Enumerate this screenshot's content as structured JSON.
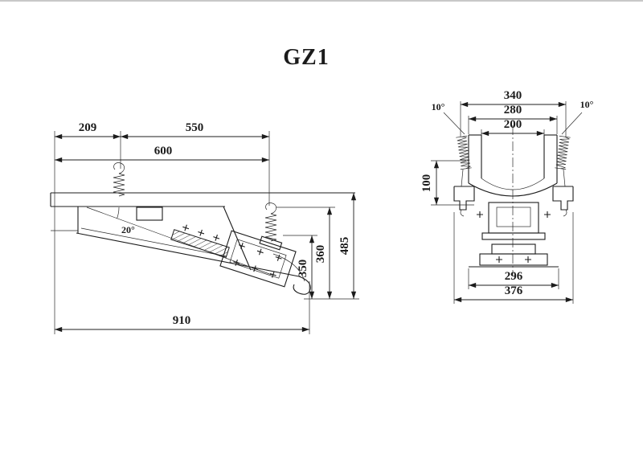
{
  "title": "GZ1",
  "side_view": {
    "dim_209": "209",
    "dim_550": "550",
    "dim_600": "600",
    "dim_910": "910",
    "dim_485": "485",
    "dim_360": "360",
    "dim_350": "350",
    "angle_20": "20°"
  },
  "front_view": {
    "dim_340": "340",
    "dim_280": "280",
    "dim_200": "200",
    "dim_100": "100",
    "dim_296": "296",
    "dim_376": "376",
    "angle_10_left": "10°",
    "angle_10_right": "10°"
  }
}
